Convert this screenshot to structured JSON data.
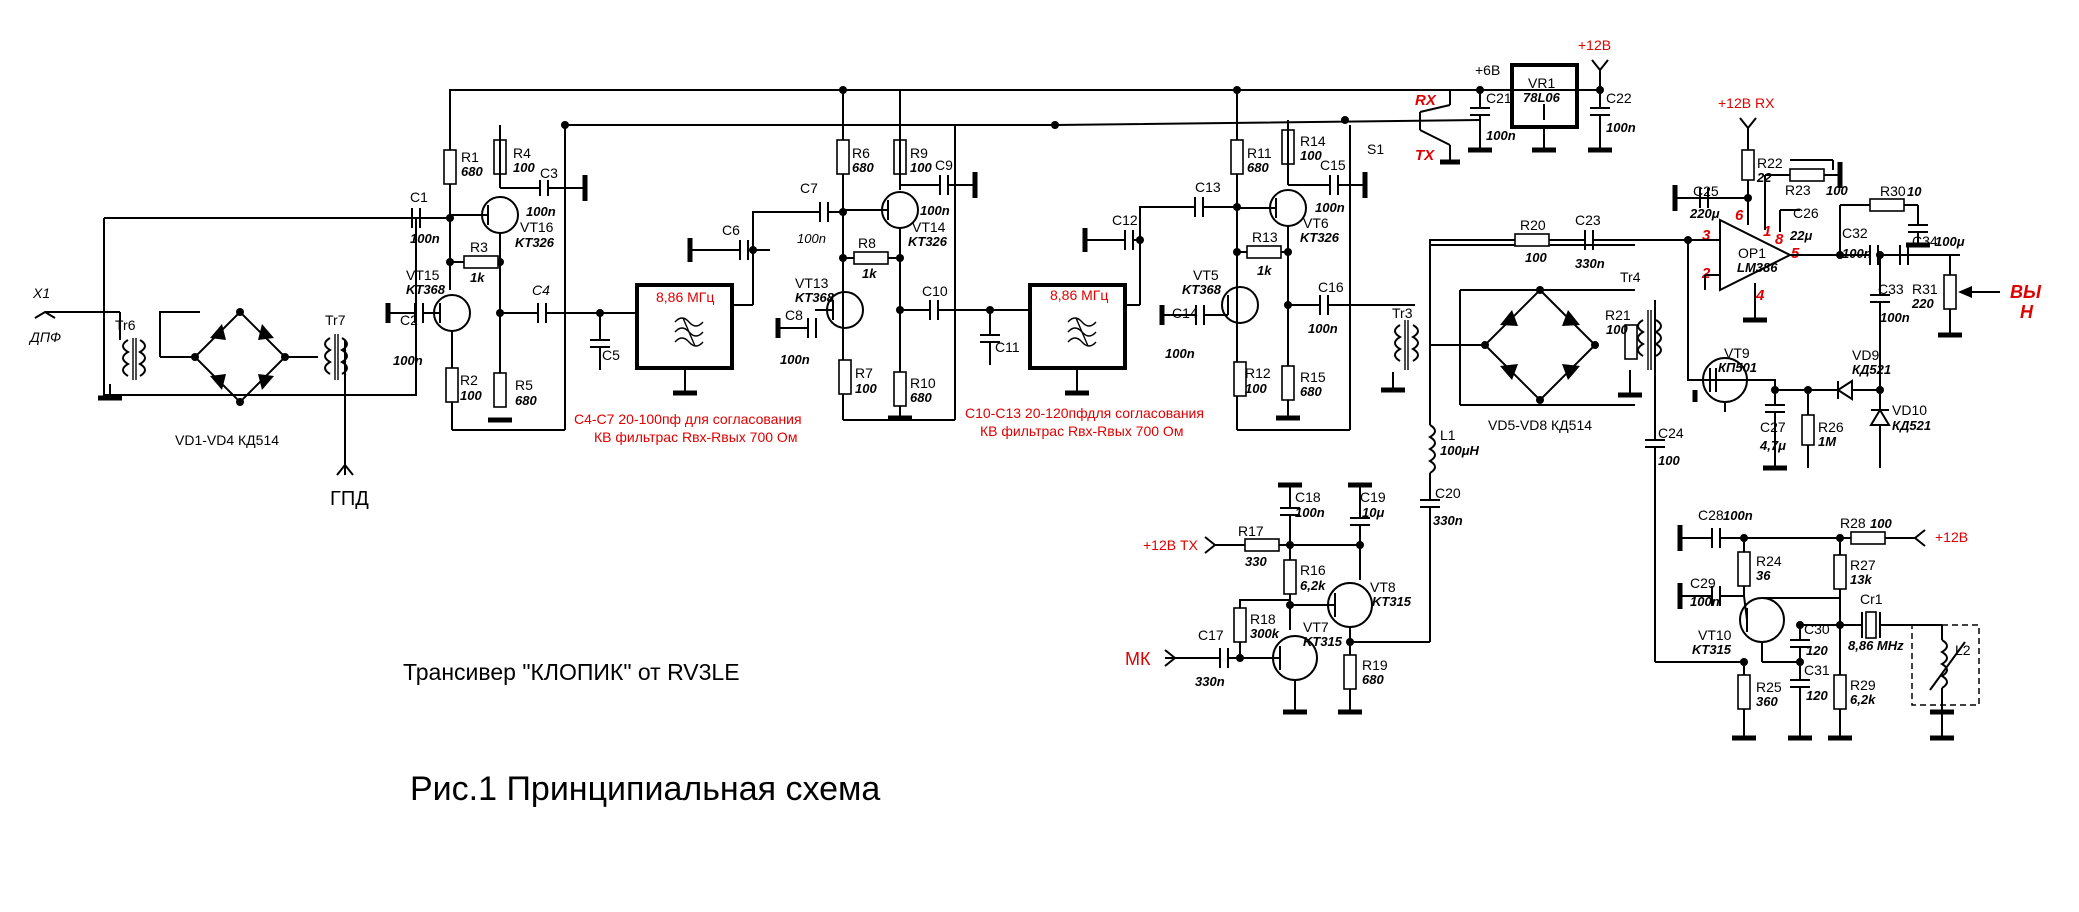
{
  "title": "Трансивер \"КЛОПИК\" от RV3LE",
  "caption": "Рис.1 Принципиальная схема",
  "inputs": {
    "x1": "X1",
    "dpf": "ДПФ",
    "gpd": "ГПД",
    "mk": "МК",
    "plus12tx": "+12В TX",
    "plus12": "+12В",
    "plus12rx": "+12В RX",
    "plus12_osc": "+12В",
    "plus6": "+6В",
    "out": "ВЫ",
    "out2": "Н"
  },
  "switch": {
    "name": "S1",
    "rx": "RX",
    "tx": "TX"
  },
  "regulator": {
    "name": "VR1",
    "type": "78L06"
  },
  "opamp": {
    "name": "OP1",
    "type": "LM386",
    "pins": [
      "3",
      "2",
      "6",
      "1",
      "8",
      "5",
      "4"
    ]
  },
  "filters": [
    {
      "freq": "8,86 МГц",
      "note1": "С4-С7 20-100пф  для согласования",
      "note2": "КВ фильтрас Rвх-Rвых 700 Ом"
    },
    {
      "freq": "8,86 МГц",
      "note1": "С10-С13 20-120пфдля согласования",
      "note2": "КВ фильтрас Rвх-Rвых 700 Ом"
    }
  ],
  "transformers": [
    "Tr6",
    "Tr7",
    "Tr3",
    "Tr4"
  ],
  "diode_bridges": [
    "VD1-VD4 КД514",
    "VD5-VD8 КД514"
  ],
  "transistors": [
    {
      "name": "VT15",
      "type": "KT368"
    },
    {
      "name": "VT16",
      "type": "KT326"
    },
    {
      "name": "VT13",
      "type": "KT368"
    },
    {
      "name": "VT14",
      "type": "KT326"
    },
    {
      "name": "VT5",
      "type": "KT368"
    },
    {
      "name": "VT6",
      "type": "KT326"
    },
    {
      "name": "VT7",
      "type": "KT315"
    },
    {
      "name": "VT8",
      "type": "KT315"
    },
    {
      "name": "VT9",
      "type": "КП501"
    },
    {
      "name": "VT10",
      "type": "KT315"
    }
  ],
  "diodes": [
    {
      "name": "VD9",
      "type": "КД521"
    },
    {
      "name": "VD10",
      "type": "КД521"
    }
  ],
  "inductors": [
    {
      "name": "L1",
      "value": "100μH"
    },
    {
      "name": "L2",
      "value": ""
    }
  ],
  "crystal": {
    "name": "Cr1",
    "value": "8,86 MHz"
  },
  "resistors": [
    {
      "name": "R1",
      "value": "680"
    },
    {
      "name": "R2",
      "value": "100"
    },
    {
      "name": "R3",
      "value": "1k"
    },
    {
      "name": "R4",
      "value": "100"
    },
    {
      "name": "R5",
      "value": "680"
    },
    {
      "name": "R6",
      "value": "680"
    },
    {
      "name": "R7",
      "value": "100"
    },
    {
      "name": "R8",
      "value": "1k"
    },
    {
      "name": "R9",
      "value": "100"
    },
    {
      "name": "R10",
      "value": "680"
    },
    {
      "name": "R11",
      "value": "680"
    },
    {
      "name": "R12",
      "value": "100"
    },
    {
      "name": "R13",
      "value": "1k"
    },
    {
      "name": "R14",
      "value": "100"
    },
    {
      "name": "R15",
      "value": "680"
    },
    {
      "name": "R16",
      "value": "6,2k"
    },
    {
      "name": "R17",
      "value": "330"
    },
    {
      "name": "R18",
      "value": "300k"
    },
    {
      "name": "R19",
      "value": "680"
    },
    {
      "name": "R20",
      "value": "100"
    },
    {
      "name": "R21",
      "value": "100"
    },
    {
      "name": "R22",
      "value": "22"
    },
    {
      "name": "R23",
      "value": "100"
    },
    {
      "name": "R24",
      "value": "36"
    },
    {
      "name": "R25",
      "value": "360"
    },
    {
      "name": "R26",
      "value": "1M"
    },
    {
      "name": "R27",
      "value": "13k"
    },
    {
      "name": "R28",
      "value": "100"
    },
    {
      "name": "R29",
      "value": "6,2k"
    },
    {
      "name": "R30",
      "value": "10"
    },
    {
      "name": "R31",
      "value": "220"
    }
  ],
  "capacitors": [
    {
      "name": "C1",
      "value": "100n"
    },
    {
      "name": "C2",
      "value": "100n"
    },
    {
      "name": "C3",
      "value": "100n"
    },
    {
      "name": "C4",
      "value": ""
    },
    {
      "name": "C5",
      "value": ""
    },
    {
      "name": "C6",
      "value": ""
    },
    {
      "name": "C7",
      "value": "100n"
    },
    {
      "name": "C8",
      "value": "100n"
    },
    {
      "name": "C9",
      "value": "100n"
    },
    {
      "name": "C10",
      "value": ""
    },
    {
      "name": "C11",
      "value": ""
    },
    {
      "name": "C12",
      "value": ""
    },
    {
      "name": "C13",
      "value": ""
    },
    {
      "name": "C14",
      "value": "100n"
    },
    {
      "name": "C15",
      "value": "100n"
    },
    {
      "name": "C16",
      "value": "100n"
    },
    {
      "name": "C17",
      "value": "330n"
    },
    {
      "name": "C18",
      "value": "100n"
    },
    {
      "name": "C19",
      "value": "10μ"
    },
    {
      "name": "C20",
      "value": "330n"
    },
    {
      "name": "C21",
      "value": "100n"
    },
    {
      "name": "C22",
      "value": "100n"
    },
    {
      "name": "C23",
      "value": "330n"
    },
    {
      "name": "C24",
      "value": "100"
    },
    {
      "name": "C25",
      "value": "220μ"
    },
    {
      "name": "C26",
      "value": "22μ"
    },
    {
      "name": "C27",
      "value": "4,7μ"
    },
    {
      "name": "C28",
      "value": "100n"
    },
    {
      "name": "C29",
      "value": "100n"
    },
    {
      "name": "C30",
      "value": "120"
    },
    {
      "name": "C31",
      "value": "120"
    },
    {
      "name": "C32",
      "value": "100n"
    },
    {
      "name": "C33",
      "value": "100n"
    },
    {
      "name": "C34",
      "value": "100μ"
    }
  ]
}
